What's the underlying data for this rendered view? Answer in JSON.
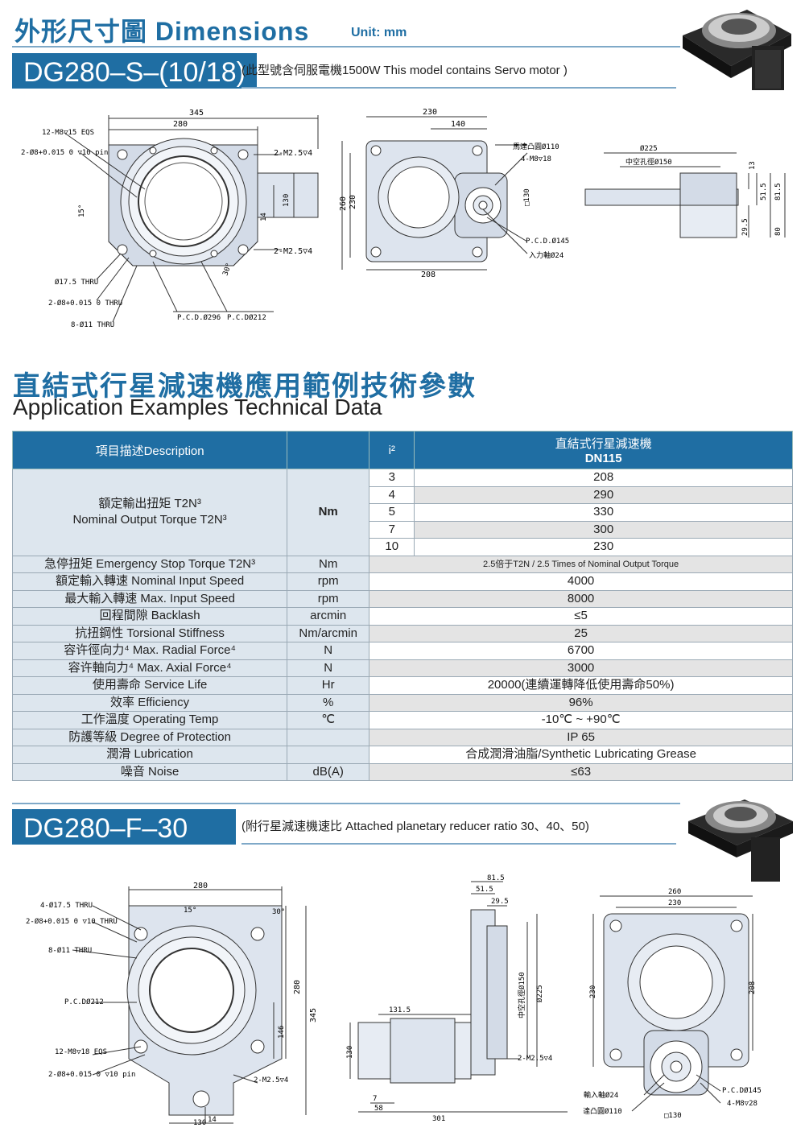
{
  "header": {
    "title": "外形尺寸圖 Dimensions",
    "unit": "Unit: mm"
  },
  "model1": {
    "name": "DG280–S–(10/18)",
    "note": "(此型號含伺服電機1500W  This model contains Servo motor )"
  },
  "drawing1": {
    "labels": {
      "d345": "345",
      "d280": "280",
      "eqs": "12-M8▽15 EQS",
      "pin": "2-Ø8+0.015 0 ▽10 pin",
      "m25a": "2-M2.5▽4",
      "m25b": "2-M2.5▽4",
      "d14": "14",
      "d130": "130",
      "a15": "15°",
      "a30": "30°",
      "thru175": "Ø17.5 THRU",
      "thru8": "2-Ø8+0.015 0 THRU",
      "thru11": "8-Ø11 THRU",
      "pcd296": "P.C.D.Ø296",
      "pcd212": "P.C.DØ212"
    }
  },
  "drawing2": {
    "labels": {
      "d230": "230",
      "d140": "140",
      "d260": "260",
      "d230v": "230",
      "d208": "208",
      "motor": "馬達凸圓Ø110",
      "m8": "4-M8▽18",
      "sq130": "□130",
      "pcd145": "P.C.D.Ø145",
      "input": "入力軸Ø24"
    }
  },
  "drawing3": {
    "labels": {
      "d225": "Ø225",
      "hole": "中空孔徑Ø150",
      "d13": "13",
      "d515": "51.5",
      "d815": "81.5",
      "d295": "29.5",
      "d80": "80"
    }
  },
  "section": {
    "title": "直結式行星減速機應用範例技術參數",
    "subtitle": "Application Examples Technical Data"
  },
  "table": {
    "head": {
      "desc": "項目描述Description",
      "ratio": "i²",
      "model": "直結式行星減速機",
      "model_code": "DN115"
    },
    "torque": {
      "label_cn": "額定輸出扭矩 T2N³",
      "label_en": "Nominal Output Torque T2N³",
      "unit": "Nm",
      "rows": [
        {
          "ratio": "3",
          "value": "208"
        },
        {
          "ratio": "4",
          "value": "290"
        },
        {
          "ratio": "5",
          "value": "330"
        },
        {
          "ratio": "7",
          "value": "300"
        },
        {
          "ratio": "10",
          "value": "230"
        }
      ]
    },
    "rows": [
      {
        "label": "急停扭矩  Emergency  Stop Torque  T2N³",
        "unit": "Nm",
        "value": "2.5倍于T2N / 2.5 Times of Nominal Output Torque",
        "small": true
      },
      {
        "label": "額定輸入轉速  Nominal Input Speed",
        "unit": "rpm",
        "value": "4000"
      },
      {
        "label": "最大輸入轉速  Max. Input Speed",
        "unit": "rpm",
        "value": "8000"
      },
      {
        "label": "回程間隙  Backlash",
        "unit": "arcmin",
        "value": "≤5"
      },
      {
        "label": "抗扭鋼性  Torsional Stiffness",
        "unit": "Nm/arcmin",
        "value": "25"
      },
      {
        "label": "容许徑向力⁴ Max. Radial Force⁴",
        "unit": "N",
        "value": "6700"
      },
      {
        "label": "容许軸向力⁴ Max. Axial Force⁴",
        "unit": "N",
        "value": "3000"
      },
      {
        "label": "使用壽命  Service Life",
        "unit": "Hr",
        "value": "20000(連續運轉降低使用壽命50%)"
      },
      {
        "label": "效率  Efficiency",
        "unit": "%",
        "value": "96%"
      },
      {
        "label": "工作溫度  Operating Temp",
        "unit": "℃",
        "value": "-10℃ ~ +90℃"
      },
      {
        "label": "防護等級  Degree of Protection",
        "unit": "",
        "value": "IP 65"
      },
      {
        "label": "潤滑  Lubrication",
        "unit": "",
        "value": "合成潤滑油脂/Synthetic Lubricating Grease"
      },
      {
        "label": "噪音  Noise",
        "unit": "dB(A)",
        "value": "≤63"
      }
    ]
  },
  "model2": {
    "name": "DG280–F–30",
    "note": "(附行星減速機速比 Attached planetary reducer ratio 30、40、50)"
  },
  "drawing4": {
    "labels": {
      "thru175": "4-Ø17.5 THRU",
      "pin10": "2-Ø8+0.015 0 ▽10 THRU",
      "thru11": "8-Ø11 THRU",
      "pcd212": "P.C.DØ212",
      "eqs": "12-M8▽18 EQS",
      "pin": "2-Ø8+0.015 0 ▽10 pin",
      "m25": "2-M2.5▽4",
      "d280": "280",
      "d280v": "280",
      "d345": "345",
      "d146": "146",
      "d14": "14",
      "d130": "130",
      "a15": "15°",
      "a30": "30°"
    }
  },
  "drawing5": {
    "labels": {
      "d815": "81.5",
      "d515": "51.5",
      "d295": "29.5",
      "hole": "中空孔徑Ø150",
      "d225": "Ø225",
      "d1315": "131.5",
      "d130": "130",
      "m25": "2-M2.5▽4",
      "d7": "7",
      "d58": "58",
      "d301": "301"
    }
  },
  "drawing6": {
    "labels": {
      "d260": "260",
      "d230": "230",
      "d230v": "230",
      "d208": "208",
      "input": "輸入軸Ø24",
      "motor": "馬達凸圓Ø110",
      "sq130": "□130",
      "pcd145": "P.C.DØ145",
      "m8": "4-M8▽28"
    }
  }
}
